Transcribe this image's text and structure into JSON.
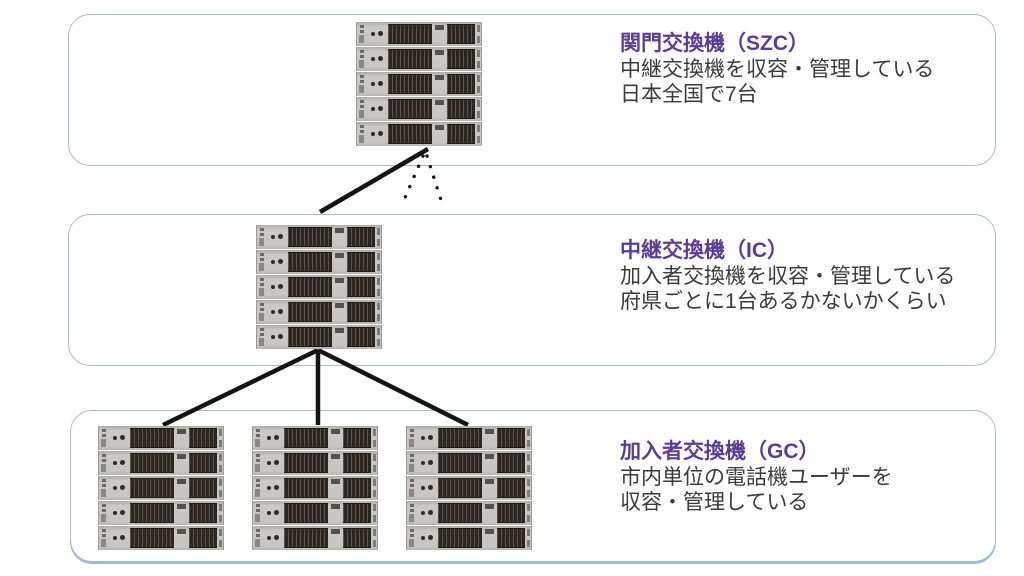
{
  "page": {
    "background": "#ffffff"
  },
  "colors": {
    "heading_purple": "#5b3c97",
    "body_text": "#3a3a3a",
    "box_border": "#a5bdd2",
    "connector_black": "#141414",
    "rack_chassis_gray": "#c7c5c2",
    "rack_bay_dark": "#2c2621"
  },
  "tiers": [
    {
      "id": "szc",
      "title": "関門交換機（SZC）",
      "description_lines": [
        "中継交換機を収容・管理している",
        "日本全国で7台"
      ],
      "rack_count": 1
    },
    {
      "id": "ic",
      "title": "中継交換機（IC）",
      "description_lines": [
        "加入者交換機を収容・管理している",
        "府県ごとに1台あるかないかくらい"
      ],
      "rack_count": 1
    },
    {
      "id": "gc",
      "title": "加入者交換機（GC）",
      "description_lines": [
        "市内単位の電話機ユーザーを",
        "収容・管理している"
      ],
      "rack_count": 3
    }
  ],
  "icons": {
    "rack": "server-rack-icon",
    "connector_solid": "solid-link-line",
    "connector_dotted": "dotted-fanout-line"
  }
}
